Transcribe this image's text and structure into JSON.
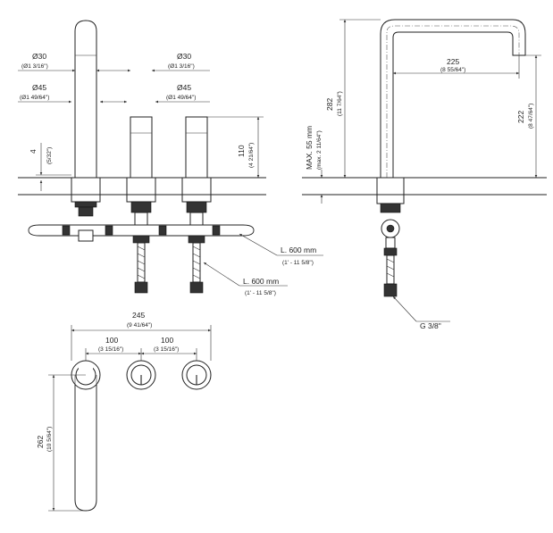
{
  "front_view": {
    "dia_left_top": "Ø30",
    "dia_left_top_in": "(Ø1 3/16\")",
    "dia_right_top": "Ø30",
    "dia_right_top_in": "(Ø1 3/16\")",
    "dia_left_bottom": "Ø45",
    "dia_left_bottom_in": "(Ø1 49/64\")",
    "dia_right_bottom": "Ø45",
    "dia_right_bottom_in": "(Ø1 49/64\")",
    "dim_4": "4",
    "dim_4_in": "(5/32\")",
    "dim_110": "110",
    "dim_110_in": "(4 21/64\")",
    "hose_upper": "L. 600 mm",
    "hose_upper_in": "(1' - 11 5/8\")",
    "hose_lower": "L. 600 mm",
    "hose_lower_in": "(1' - 11 5/8\")"
  },
  "side_view": {
    "dim_282": "282",
    "dim_282_in": "(11 7/64\")",
    "dim_225": "225",
    "dim_225_in": "(8 55/64\")",
    "dim_222": "222",
    "dim_222_in": "(8 47/64\")",
    "max_thickness": "MAX. 55 mm",
    "max_thickness_in": "(max. 2 11/64\")",
    "thread": "G 3/8\""
  },
  "top_view": {
    "dim_245": "245",
    "dim_245_in": "(9 41/64\")",
    "dim_100_left": "100",
    "dim_100_left_in": "(3 15/16\")",
    "dim_100_right": "100",
    "dim_100_right_in": "(3 15/16\")",
    "dim_262": "262",
    "dim_262_in": "(10 5/64\")"
  }
}
